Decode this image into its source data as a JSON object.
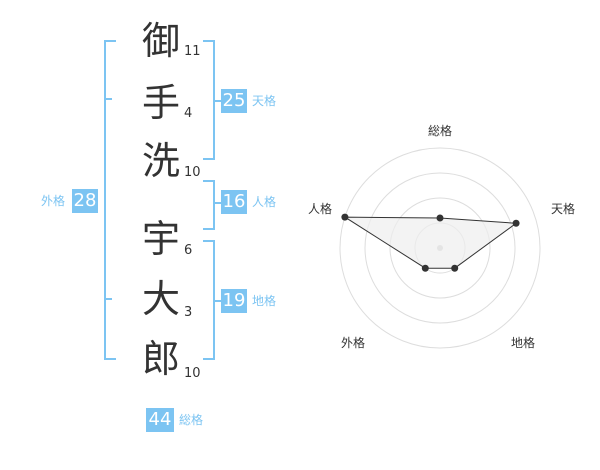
{
  "name_chars": [
    {
      "char": "御",
      "strokes": "11"
    },
    {
      "char": "手",
      "strokes": "4"
    },
    {
      "char": "洗",
      "strokes": "10"
    },
    {
      "char": "宇",
      "strokes": "6"
    },
    {
      "char": "大",
      "strokes": "3"
    },
    {
      "char": "郎",
      "strokes": "10"
    }
  ],
  "kaku": {
    "tenkaku": {
      "value": "25",
      "label": "天格"
    },
    "jinkaku": {
      "value": "16",
      "label": "人格"
    },
    "chikaku": {
      "value": "19",
      "label": "地格"
    },
    "gaikaku": {
      "value": "28",
      "label": "外格"
    },
    "soukaku": {
      "value": "44",
      "label": "総格"
    }
  },
  "chart_data": {
    "type": "radar",
    "axes": [
      "総格",
      "天格",
      "地格",
      "外格",
      "人格"
    ],
    "values": [
      0.3,
      0.8,
      0.25,
      0.25,
      1.0
    ],
    "rings": 4,
    "line_color": "#333333",
    "fill_color": "#eeeeee",
    "ring_color": "#dddddd"
  },
  "colors": {
    "accent": "#7cc4f2",
    "text": "#333333"
  }
}
